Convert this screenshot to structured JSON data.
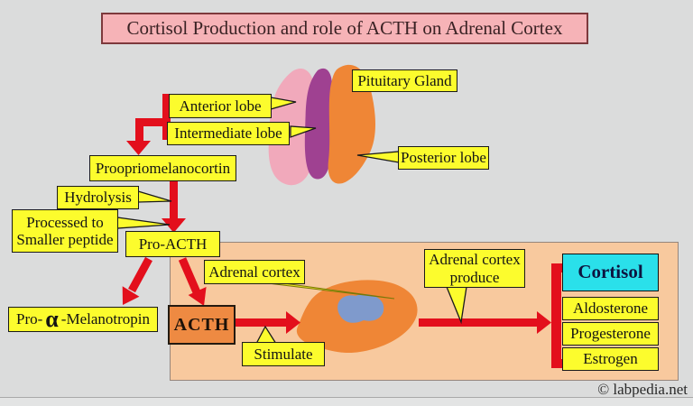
{
  "title": "Cortisol Production and role of ACTH on Adrenal Cortex",
  "pituitary": {
    "gland_label": "Pituitary Gland",
    "anterior_label": "Anterior lobe",
    "intermediate_label": "Intermediate lobe",
    "posterior_label": "Posterior lobe"
  },
  "pathway": {
    "pomc_label": "Proopriomelanocortin",
    "hydrolysis_label": "Hydrolysis",
    "processed_label": "Processed to\nSmaller peptide",
    "pro_acth_label": "Pro-ACTH",
    "pro_alpha_pre": "Pro-",
    "pro_alpha_symbol": "α",
    "pro_alpha_post": "-Melanotropin",
    "acth_label": "ACTH",
    "stimulate_label": "Stimulate"
  },
  "adrenal": {
    "cortex_label": "Adrenal cortex",
    "produce_label": "Adrenal cortex\nproduce",
    "hormones": [
      "Cortisol",
      "Aldosterone",
      "Progesterone",
      "Estrogen"
    ]
  },
  "footer": {
    "copyright": "© labpedia.net"
  },
  "colors": {
    "background": "#dbdcdc",
    "label_yellow": "#fcfc2d",
    "panel_peach": "#f8c99e",
    "title_pink": "#f6b3b7",
    "arrow_red": "#e30f1c",
    "cortisol_cyan": "#2ae0ea",
    "acth_orange": "#ee8a42",
    "anterior_pink": "#f1a9bb",
    "intermediate_purple": "#9f4191",
    "posterior_orange": "#ef8636",
    "medulla_blue": "#7f9acc"
  }
}
